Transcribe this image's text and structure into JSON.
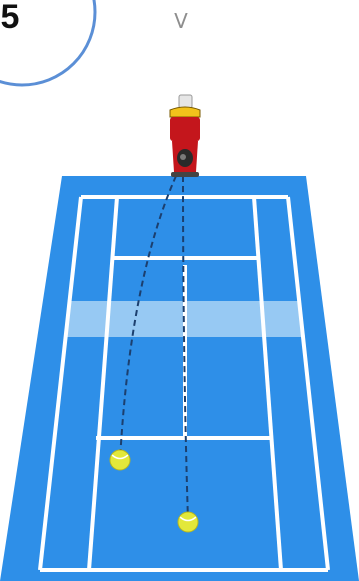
{
  "step_badge": {
    "number": "5",
    "border_color": "#5b8fd6"
  },
  "pattern_label": "V",
  "court": {
    "surface_color": "#2e8fe8",
    "line_color": "#ffffff",
    "net_band_color": "#a9d4f5"
  },
  "machine": {
    "icon": "ball-machine-icon",
    "body_color": "#c4161c",
    "hopper_color": "#f2c21b"
  },
  "balls": {
    "icon": "tennis-ball-icon",
    "color": "#e3e83a",
    "count": 2
  },
  "trajectory": {
    "style": "dashed",
    "color": "#1c3f6e"
  }
}
